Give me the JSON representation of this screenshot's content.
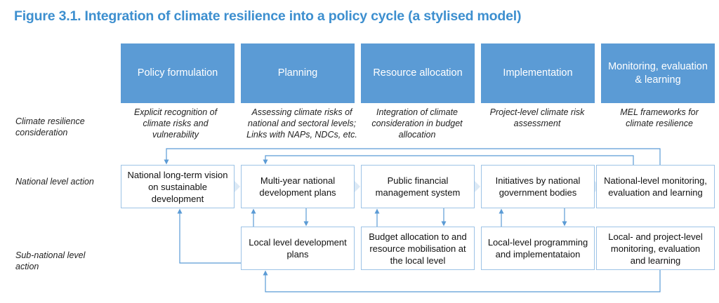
{
  "figure": {
    "title": "Figure 3.1. Integration of climate resilience into a policy cycle (a stylised model)"
  },
  "headers": [
    "Policy formulation",
    "Planning",
    "Resource allocation",
    "Implementation",
    "Monitoring, evaluation & learning"
  ],
  "row_labels": {
    "climate": "Climate resilience consideration",
    "national": "National level action",
    "subnational": "Sub-national level action"
  },
  "considerations": [
    "Explicit recognition of climate risks and vulnerability",
    "Assessing climate risks of national and sectoral levels; Links with NAPs, NDCs, etc.",
    "Integration of climate consideration in budget allocation",
    "Project-level climate risk assessment",
    "MEL frameworks for climate resilience"
  ],
  "national_actions": [
    "National long-term vision on sustainable development",
    "Multi-year national development plans",
    "Public financial management system",
    "Initiatives by national government bodies",
    "National-level monitoring, evaluation and learning"
  ],
  "subnational_actions": [
    "Local level development plans",
    "Budget allocation to and resource mobilisation at the local level",
    "Local-level programming and implementataion",
    "Local- and project-level monitoring, evaluation and learning"
  ],
  "colors": {
    "title": "#3d8fcf",
    "header_fill": "#5b9bd5",
    "box_border": "#9dc3e6",
    "chevron": "#dce9f5",
    "connector": "#5b9bd5"
  }
}
